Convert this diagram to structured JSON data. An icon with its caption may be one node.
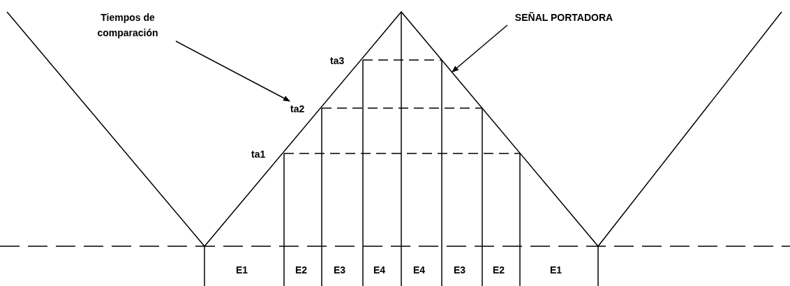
{
  "diagram": {
    "nodes": [
      {
        "text": [
          "Tiempos de comparación"
        ]
      },
      {
        "text": [
          "SEÑAL PORTADORA"
        ]
      },
      {
        "text": [
          "ta2"
        ]
      }
    ],
    "edges": [
      {
        "from": 0,
        "to": 2,
        "arrow": "to"
      },
      {
        "from": 1,
        "to": null,
        "arrow": "to"
      }
    ],
    "labels": [
      "ta3",
      "ta1",
      "E1",
      "E2",
      "E3",
      "E4",
      "E4",
      "E3",
      "E2",
      "E1"
    ]
  }
}
